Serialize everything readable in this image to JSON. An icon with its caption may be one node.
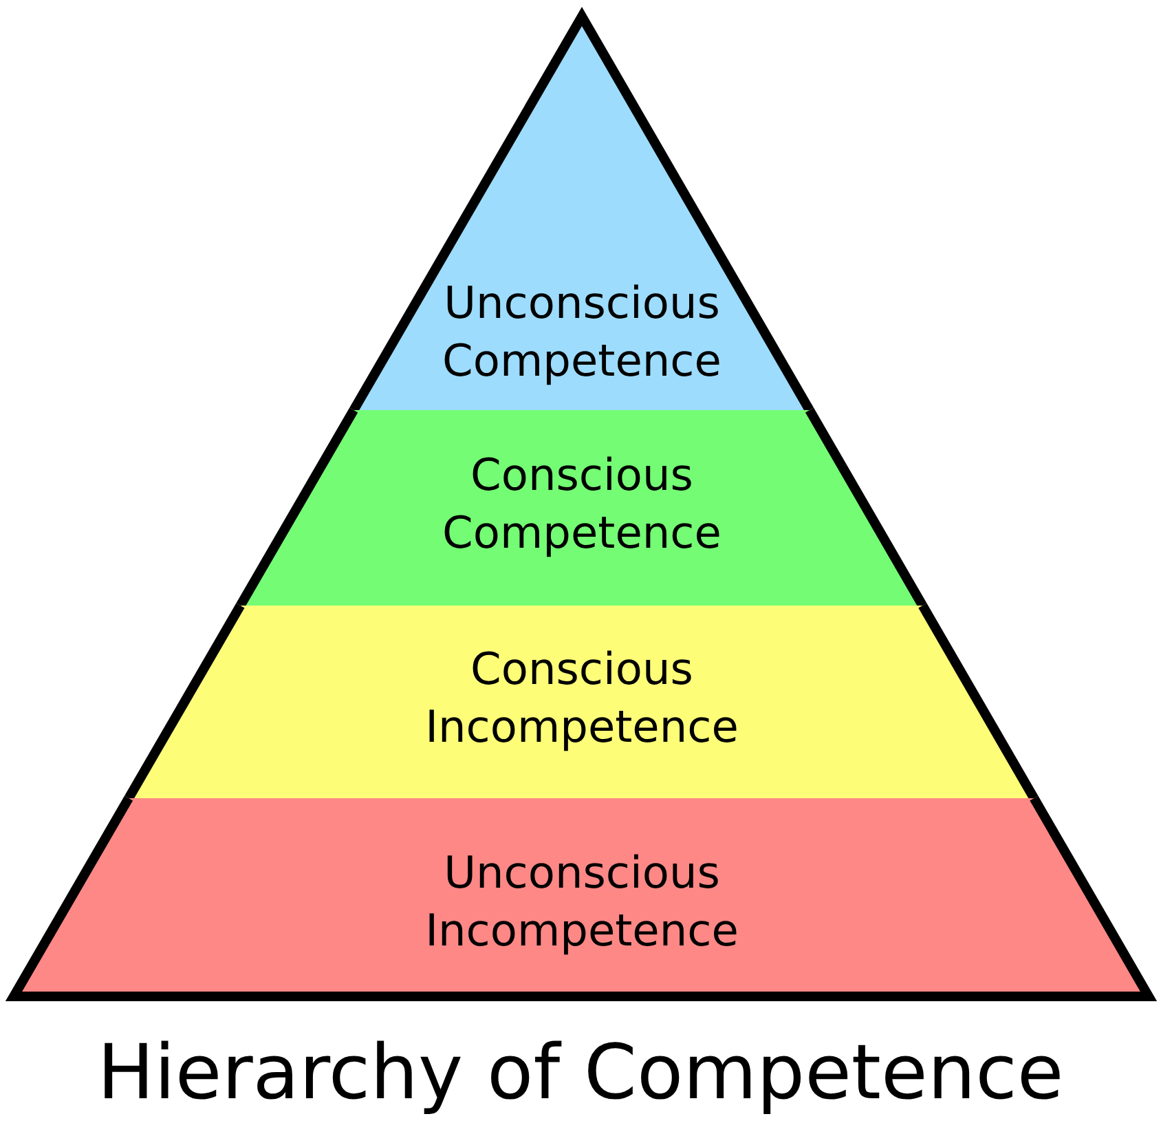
{
  "diagram": {
    "title": "Hierarchy of Competence",
    "nodes": [
      {
        "text": [
          "Unconscious Competence"
        ]
      },
      {
        "text": [
          "Conscious Competence"
        ]
      },
      {
        "text": [
          "Conscious Incompetence"
        ]
      },
      {
        "text": [
          "Unconscious Incompetence"
        ]
      }
    ]
  }
}
